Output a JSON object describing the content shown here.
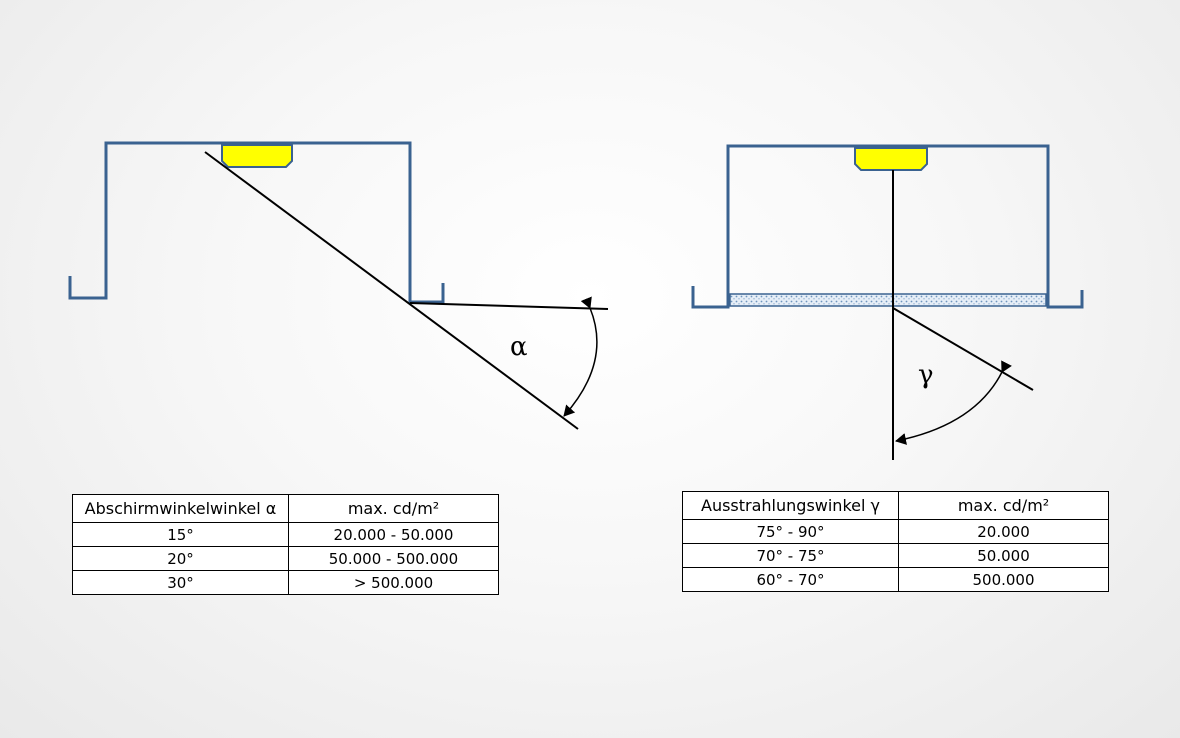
{
  "diagrams": {
    "left": {
      "angle_symbol": "α"
    },
    "right": {
      "angle_symbol": "γ"
    }
  },
  "colors": {
    "housing": "#3a6290",
    "lamp": "#ffff00",
    "lamp_outline": "#3a6290",
    "lines": "#000000",
    "diffuser_dots": "#7fa3c8"
  },
  "tables": {
    "left": {
      "headers": [
        "Abschirmwinkelwinkel α",
        "max. cd/m²"
      ],
      "rows": [
        [
          "15°",
          "20.000 - 50.000"
        ],
        [
          "20°",
          "50.000 - 500.000"
        ],
        [
          "30°",
          "> 500.000"
        ]
      ]
    },
    "right": {
      "headers": [
        "Ausstrahlungswinkel γ",
        "max. cd/m²"
      ],
      "rows": [
        [
          "75° - 90°",
          "20.000"
        ],
        [
          "70° - 75°",
          "50.000"
        ],
        [
          "60° - 70°",
          "500.000"
        ]
      ]
    }
  }
}
